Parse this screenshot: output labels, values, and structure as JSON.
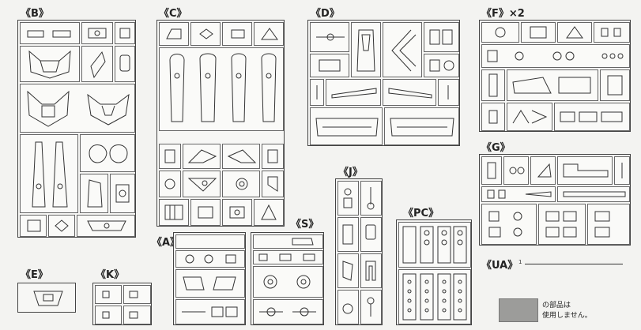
{
  "frames": {
    "B": {
      "label": "《B》"
    },
    "C": {
      "label": "《C》"
    },
    "D": {
      "label": "《D》"
    },
    "F": {
      "label": "《F》×2"
    },
    "G": {
      "label": "《G》"
    },
    "J": {
      "label": "《J》"
    },
    "S": {
      "label": "《S》"
    },
    "A": {
      "label": "《A》"
    },
    "PC": {
      "label": "《PC》"
    },
    "E": {
      "label": "《E》"
    },
    "K": {
      "label": "《K》"
    },
    "UA": {
      "label": "《UA》",
      "part_number": "1"
    }
  },
  "legend": {
    "line1": "の部品は",
    "line2": "使用しません。",
    "swatch_color": "#9c9c9a"
  }
}
